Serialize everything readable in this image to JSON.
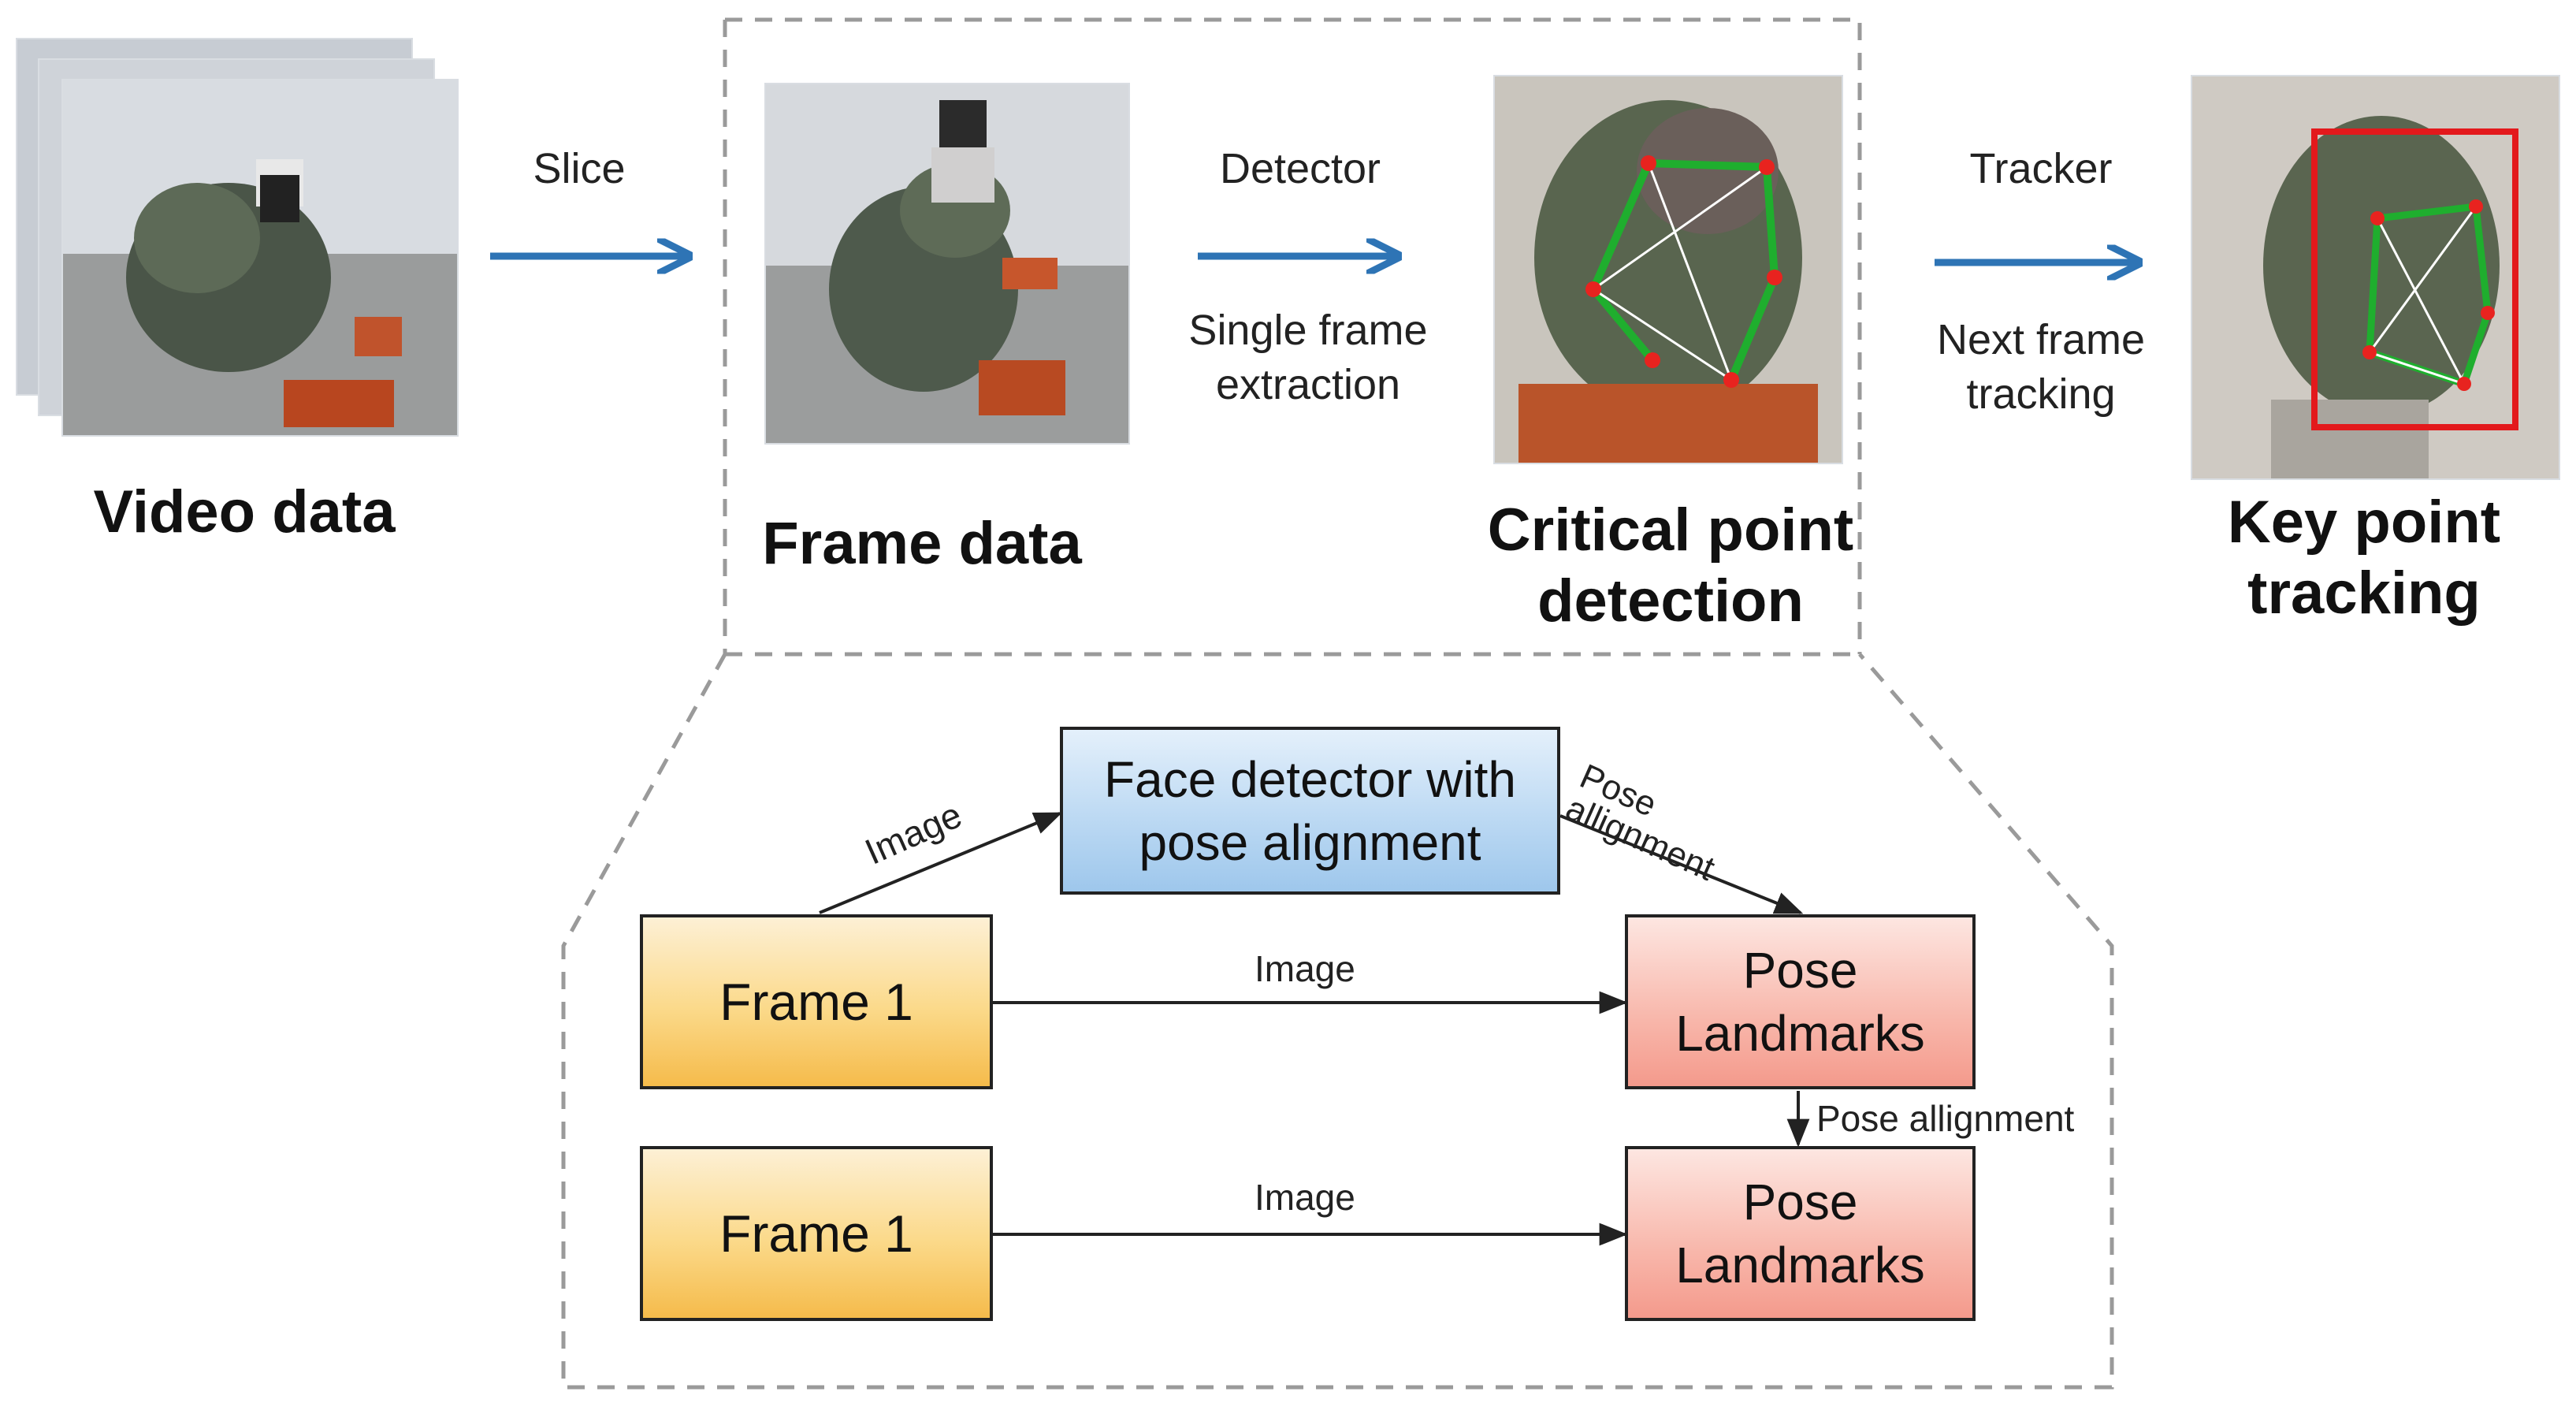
{
  "stages": {
    "video": {
      "title": "Video data"
    },
    "frame": {
      "title": "Frame data"
    },
    "critical": {
      "title": "Critical point\ndetection"
    },
    "tracking": {
      "title": "Key point\ntracking"
    }
  },
  "arrows": {
    "slice": {
      "label": "Slice"
    },
    "detector": {
      "label": "Detector",
      "sublabel": "Single frame\nextraction"
    },
    "tracker": {
      "label": "Tracker",
      "sublabel": "Next frame\ntracking"
    }
  },
  "detail": {
    "face_box": "Face detector with\npose alignment",
    "frame_box_1": "Frame 1",
    "frame_box_2": "Frame 1",
    "pose_box_1": "Pose\nLandmarks",
    "pose_box_2": "Pose\nLandmarks",
    "edge_image_up": "Image",
    "edge_pose_alignment_diag": "Pose\nallignment",
    "edge_image_row1": "Image",
    "edge_image_row2": "Image",
    "edge_pose_alignment_down": "Pose allignment"
  },
  "colors": {
    "arrow_blue": "#2e74b5",
    "keypoint_red": "#e8231f",
    "skeleton_green": "#1fae2e",
    "bbox_red": "#e3191c",
    "dash_gray": "#9a9a9a"
  }
}
